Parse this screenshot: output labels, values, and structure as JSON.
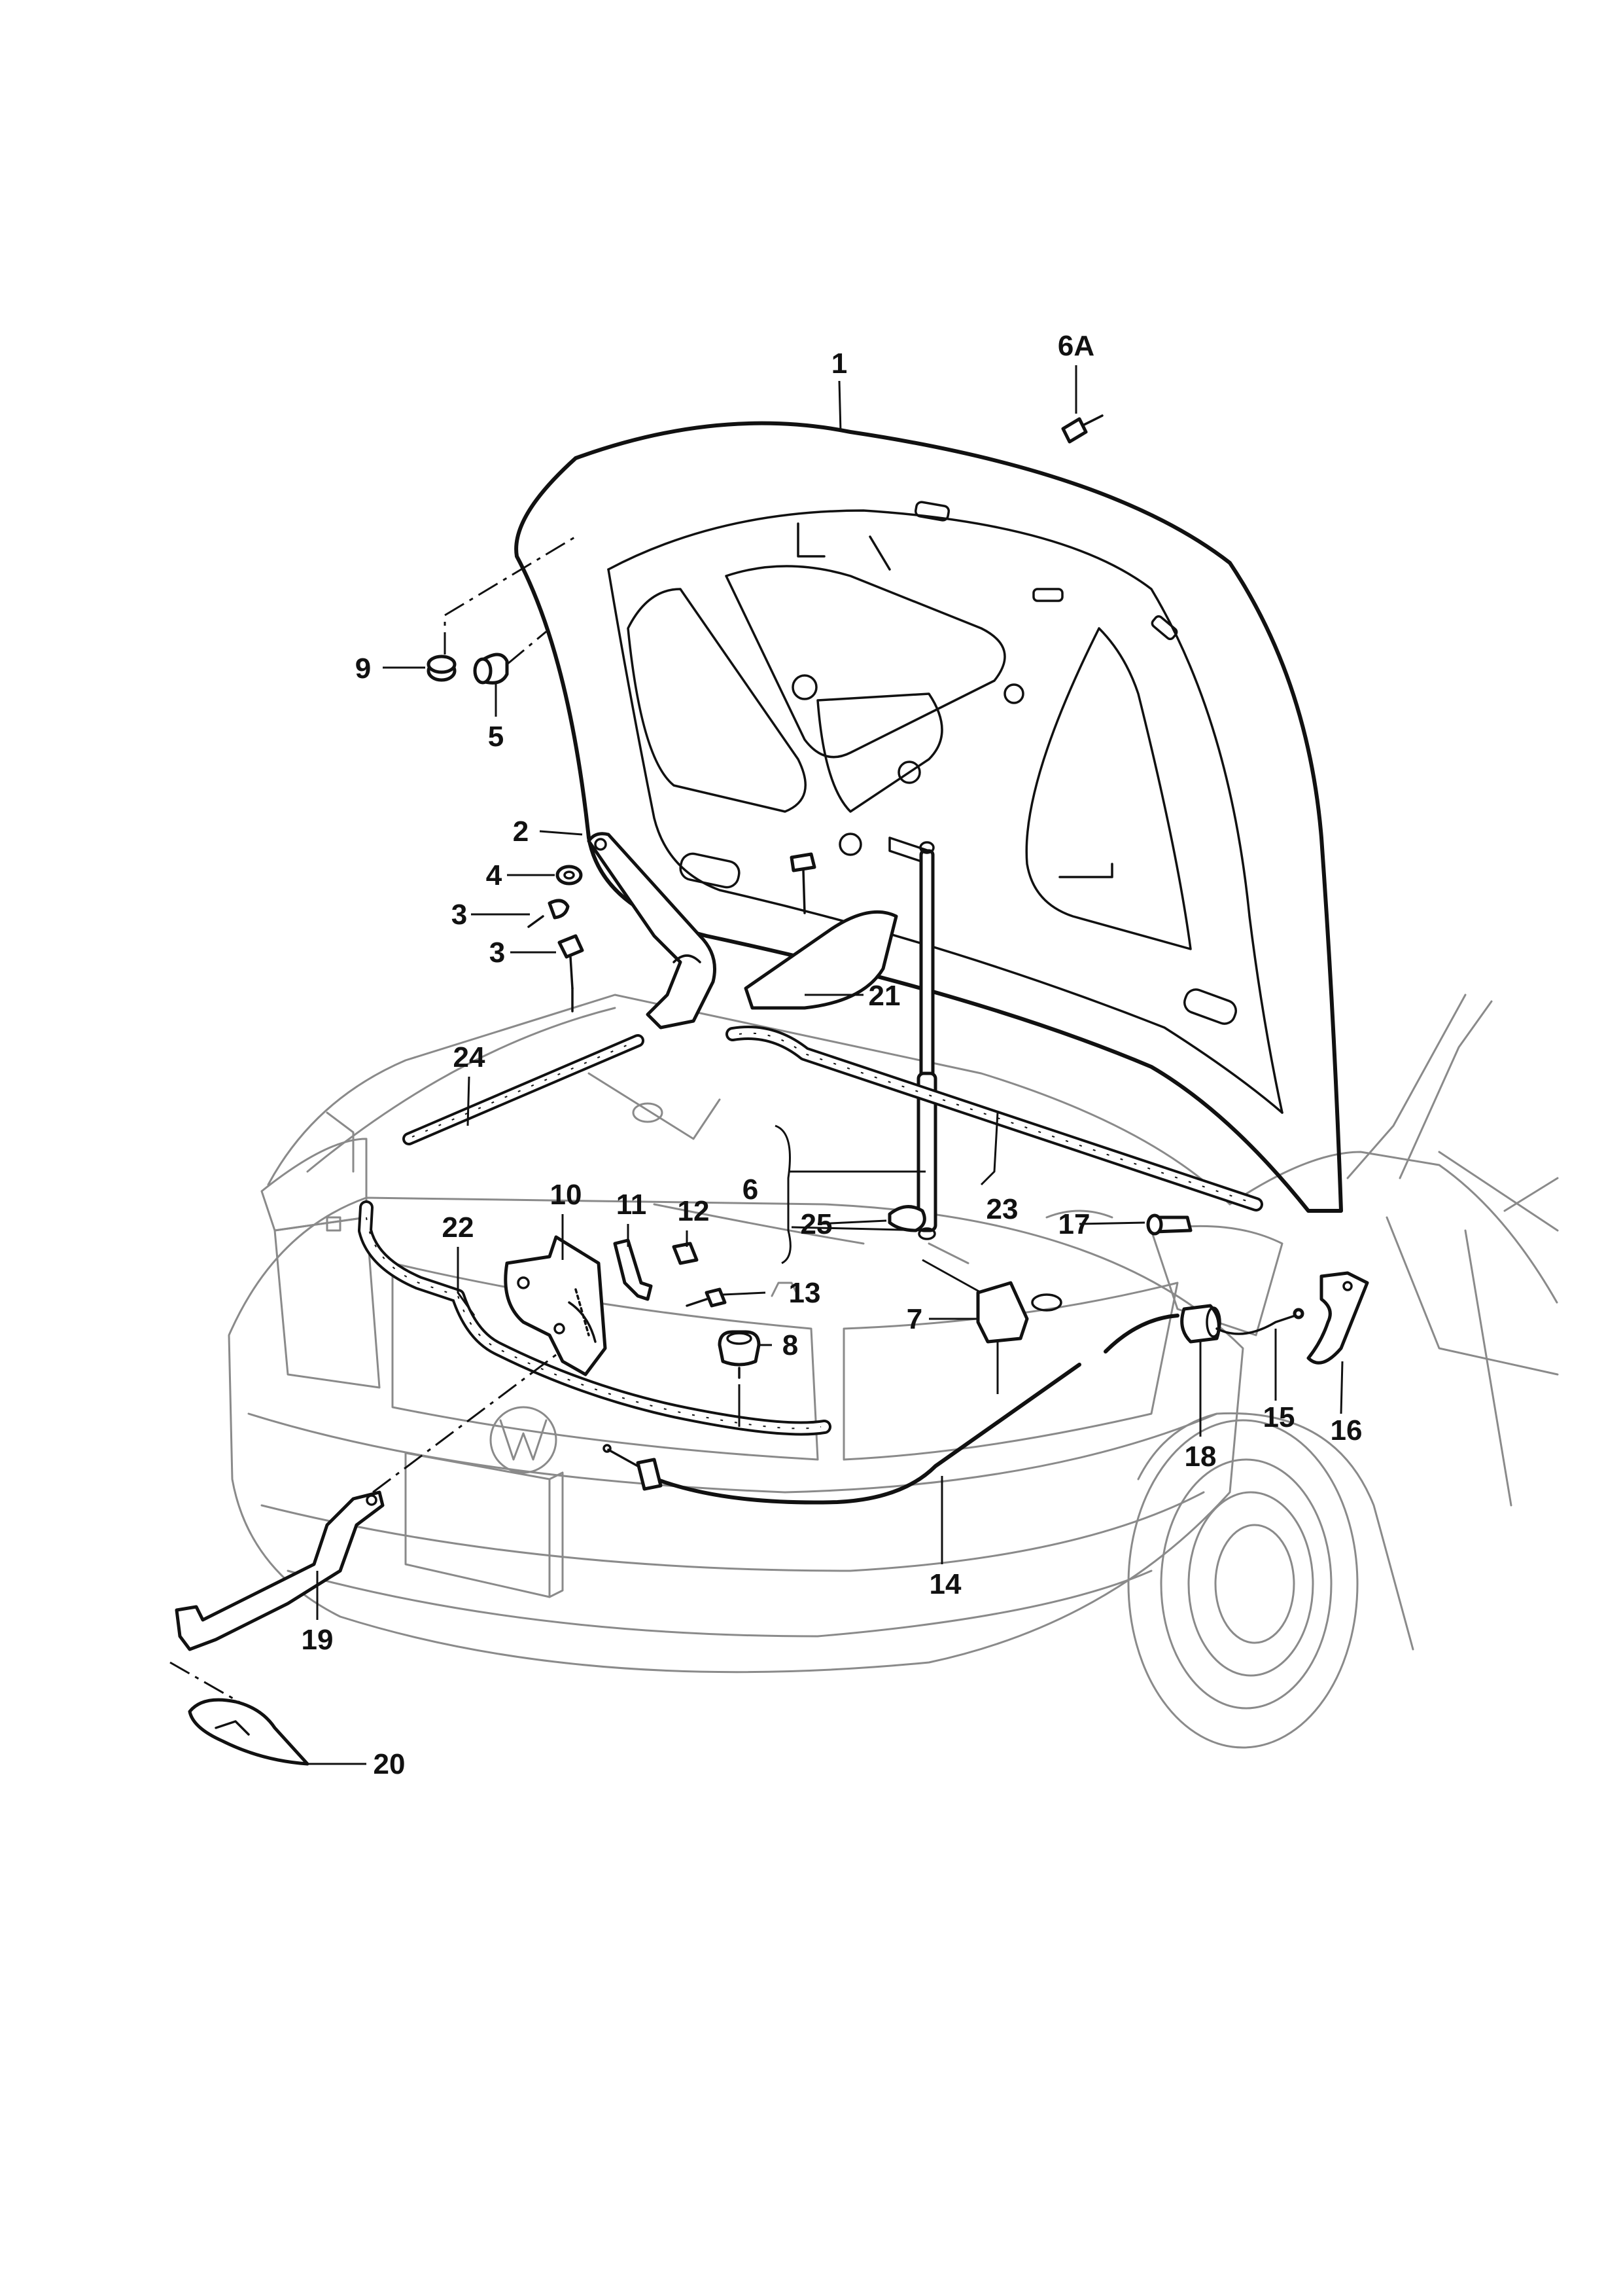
{
  "callouts": [
    {
      "id": "1",
      "label": "1",
      "part": "hood"
    },
    {
      "id": "2",
      "label": "2",
      "part": "hood-hinge"
    },
    {
      "id": "3a",
      "label": "3",
      "part": "hinge-bolt-upper"
    },
    {
      "id": "3b",
      "label": "3",
      "part": "hinge-bolt-lower"
    },
    {
      "id": "4",
      "label": "4",
      "part": "washer"
    },
    {
      "id": "5",
      "label": "5",
      "part": "rubber-buffer"
    },
    {
      "id": "6",
      "label": "6",
      "part": "gas-strut"
    },
    {
      "id": "6a",
      "label": "6A",
      "part": "stud"
    },
    {
      "id": "7",
      "label": "7",
      "part": "strut-bracket"
    },
    {
      "id": "8",
      "label": "8",
      "part": "adjustable-buffer"
    },
    {
      "id": "9",
      "label": "9",
      "part": "buffer-nut"
    },
    {
      "id": "10",
      "label": "10",
      "part": "hood-lock"
    },
    {
      "id": "11",
      "label": "11",
      "part": "cable-clip"
    },
    {
      "id": "12",
      "label": "12",
      "part": "retainer-clip"
    },
    {
      "id": "13",
      "label": "13",
      "part": "lock-bolt"
    },
    {
      "id": "14",
      "label": "14",
      "part": "release-cable"
    },
    {
      "id": "15",
      "label": "15",
      "part": "cable-end"
    },
    {
      "id": "16",
      "label": "16",
      "part": "release-lever"
    },
    {
      "id": "17",
      "label": "17",
      "part": "strut-ball-stud"
    },
    {
      "id": "18",
      "label": "18",
      "part": "cable-grommet"
    },
    {
      "id": "19",
      "label": "19",
      "part": "safety-catch"
    },
    {
      "id": "20",
      "label": "20",
      "part": "cover"
    },
    {
      "id": "21",
      "label": "21",
      "part": "insulation-bracket"
    },
    {
      "id": "22",
      "label": "22",
      "part": "front-seal"
    },
    {
      "id": "23",
      "label": "23",
      "part": "right-seal"
    },
    {
      "id": "24",
      "label": "24",
      "part": "left-seal"
    },
    {
      "id": "25",
      "label": "25",
      "part": "circlip"
    }
  ]
}
